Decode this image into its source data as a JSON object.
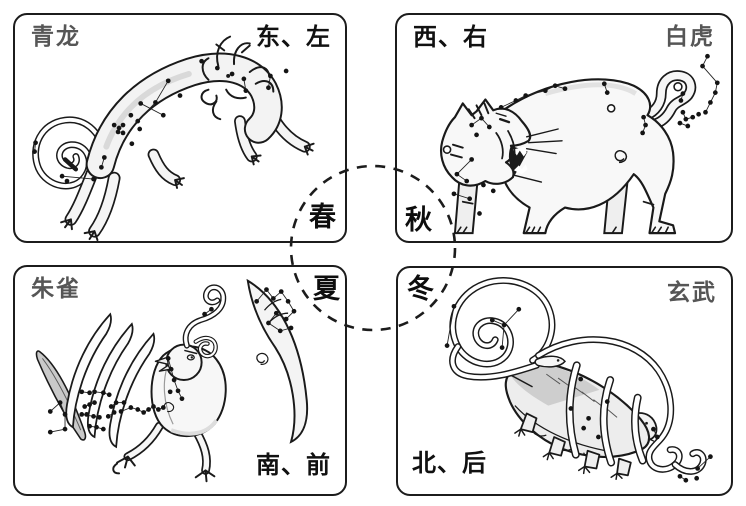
{
  "panels": {
    "azure_dragon": {
      "creature_label": "青龙",
      "direction_label": "东、左",
      "season_label": "春",
      "illustration": "azure-dragon-constellation-illustration"
    },
    "white_tiger": {
      "creature_label": "白虎",
      "direction_label": "西、右",
      "season_label": "秋",
      "illustration": "white-tiger-constellation-illustration"
    },
    "vermilion_bird": {
      "creature_label": "朱雀",
      "direction_label": "南、前",
      "season_label": "夏",
      "illustration": "vermilion-bird-constellation-illustration"
    },
    "black_tortoise": {
      "creature_label": "玄武",
      "direction_label": "北、后",
      "season_label": "冬",
      "illustration": "black-tortoise-snake-constellation-illustration"
    }
  },
  "colors": {
    "background": "#ffffff",
    "panel_border": "#1c1c1c",
    "creature_label": "#565656",
    "direction_label": "#111111",
    "season_label": "#0d0d0d",
    "line_art": "#1a1a1a"
  }
}
